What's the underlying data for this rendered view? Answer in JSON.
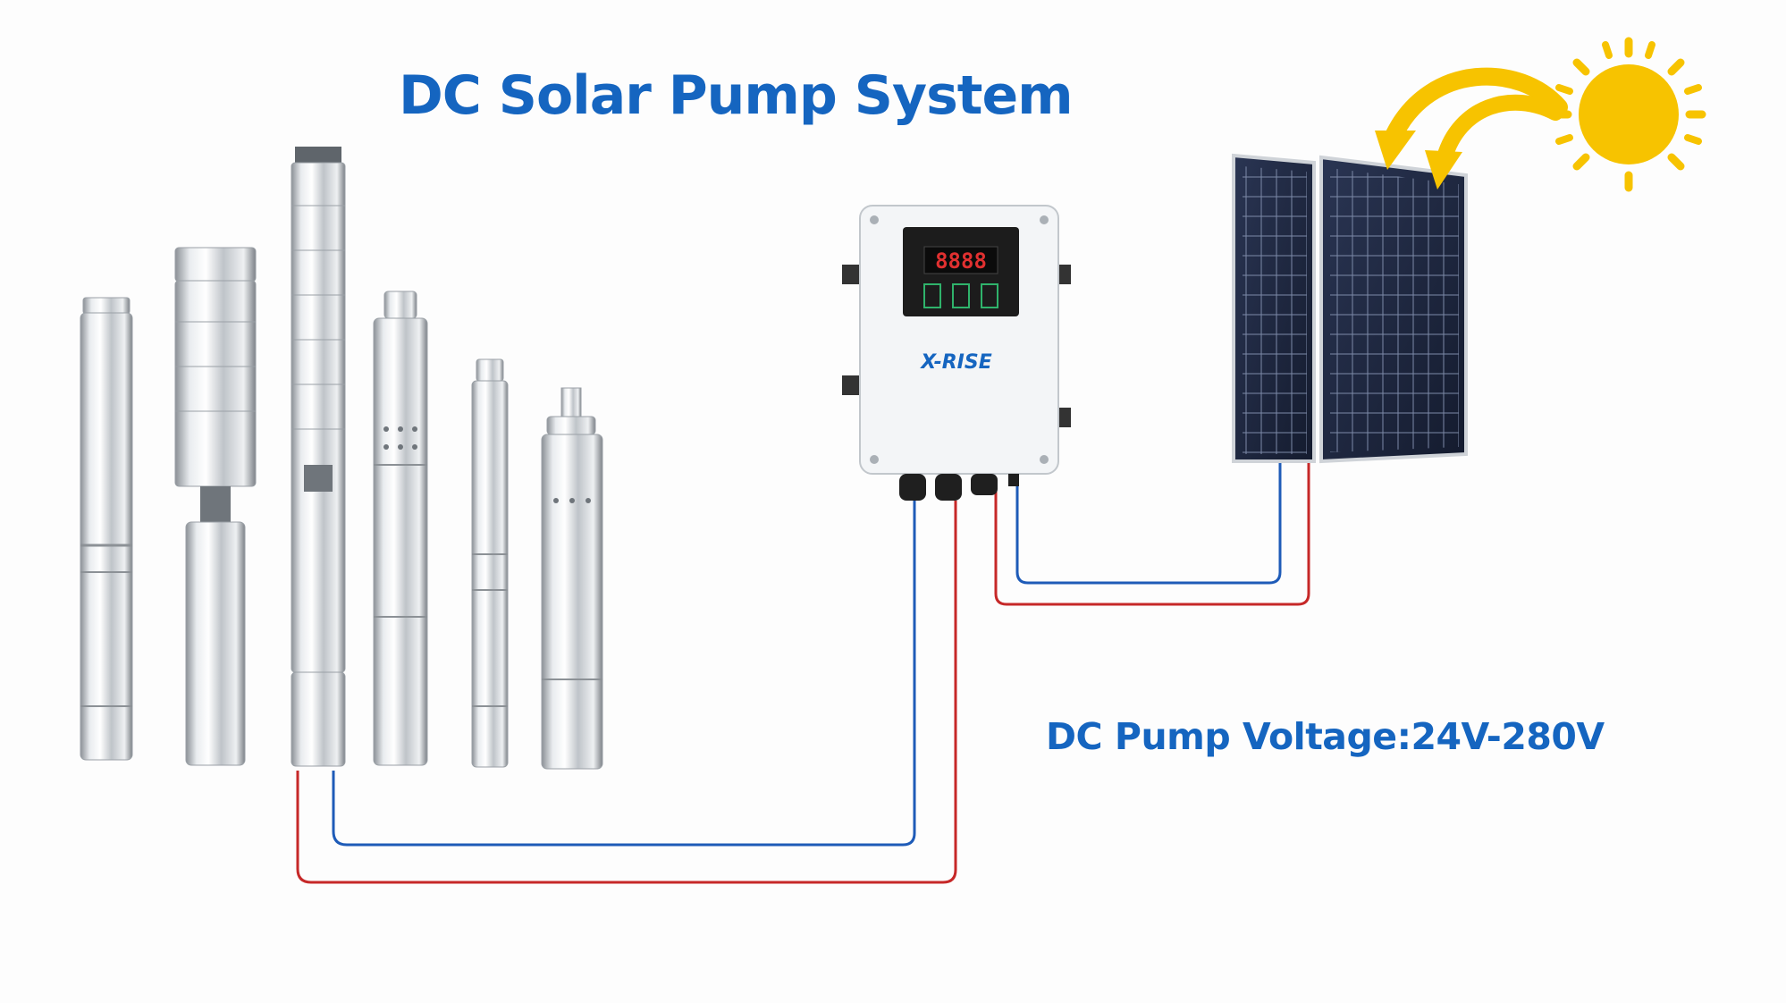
{
  "title": "DC Solar Pump System",
  "voltage_label": "DC Pump Voltage:24V-280V",
  "controller": {
    "brand": "X-RISE",
    "display": "8888"
  },
  "colors": {
    "title": "#1565c0",
    "positive_wire": "#c62828",
    "negative_wire": "#1e5bb8",
    "sun": "#f7c300",
    "panel": "#1f2a44",
    "pump_steel": "#c8ccd0"
  },
  "components": {
    "pumps_count": 6,
    "solar_panels_count": 2
  }
}
